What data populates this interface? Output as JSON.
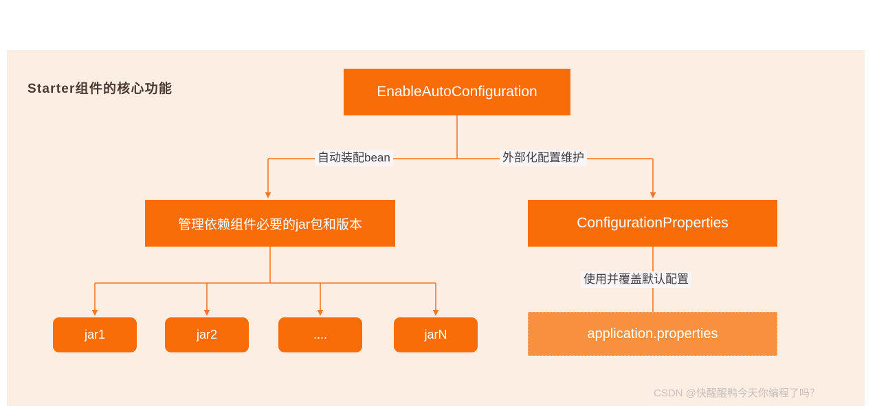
{
  "diagram": {
    "title": "Starter组件的核心功能",
    "colors": {
      "canvas_bg": "#fdeee4",
      "node_solid": "#f96d09",
      "node_dashed_fill": "#f7913f",
      "node_dashed_border": "#f0b48a",
      "connector": "#f4762a",
      "title_text": "#4a3a33",
      "label_bg": "#faf5f5",
      "label_text": "#3f3f46",
      "watermark_text": "#c9c0bd"
    },
    "nodes": {
      "enable_auto_configuration": "EnableAutoConfiguration",
      "manage_dependencies": "管理依赖组件必要的jar包和版本",
      "configuration_properties": "ConfigurationProperties",
      "application_properties": "application.properties",
      "jars": [
        {
          "label": "jar1"
        },
        {
          "label": "jar2"
        },
        {
          "label": "...."
        },
        {
          "label": "jarN"
        }
      ]
    },
    "edge_labels": {
      "auto_wire_bean": "自动装配bean",
      "external_config": "外部化配置维护",
      "override_default": "使用并覆盖默认配置"
    }
  },
  "watermark": "CSDN @快醒醒鸭今天你编程了吗？"
}
